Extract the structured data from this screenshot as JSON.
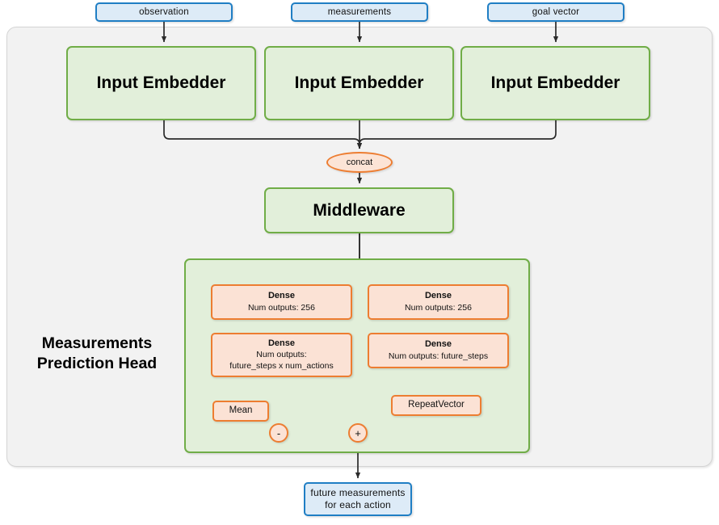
{
  "diagram": {
    "title": "Measurements Prediction Head network architecture",
    "colors": {
      "io_fill": "#ddebf7",
      "io_stroke": "#1f7ec4",
      "green_fill": "#e2efda",
      "green_stroke": "#70ad47",
      "orange_fill": "#fbe2d5",
      "orange_stroke": "#ed7d31",
      "panel_fill": "#f2f2f2",
      "panel_stroke": "#d4d4d4",
      "wire": "#3f3f3f"
    },
    "inputs": [
      {
        "label": "observation"
      },
      {
        "label": "measurements"
      },
      {
        "label": "goal vector"
      }
    ],
    "embedders": [
      {
        "label": "Input Embedder"
      },
      {
        "label": "Input Embedder"
      },
      {
        "label": "Input Embedder"
      }
    ],
    "concat": {
      "label": "concat"
    },
    "middleware": {
      "label": "Middleware"
    },
    "head": {
      "label_line1": "Measurements",
      "label_line2": "Prediction Head",
      "left_branch": {
        "dense1": {
          "title": "Dense",
          "line2": "Num outputs: 256"
        },
        "dense2": {
          "title": "Dense",
          "line2": "Num outputs:",
          "line3": "future_steps x num_actions"
        },
        "mean": {
          "label": "Mean"
        },
        "op": {
          "label": "-"
        }
      },
      "right_branch": {
        "dense1": {
          "title": "Dense",
          "line2": "Num outputs: 256"
        },
        "dense2": {
          "title": "Dense",
          "line2": "Num outputs: future_steps"
        },
        "repeat_vector": {
          "label": "RepeatVector"
        },
        "op": {
          "label": "+"
        }
      }
    },
    "output": {
      "line1": "future measurements",
      "line2": "for each action"
    }
  }
}
